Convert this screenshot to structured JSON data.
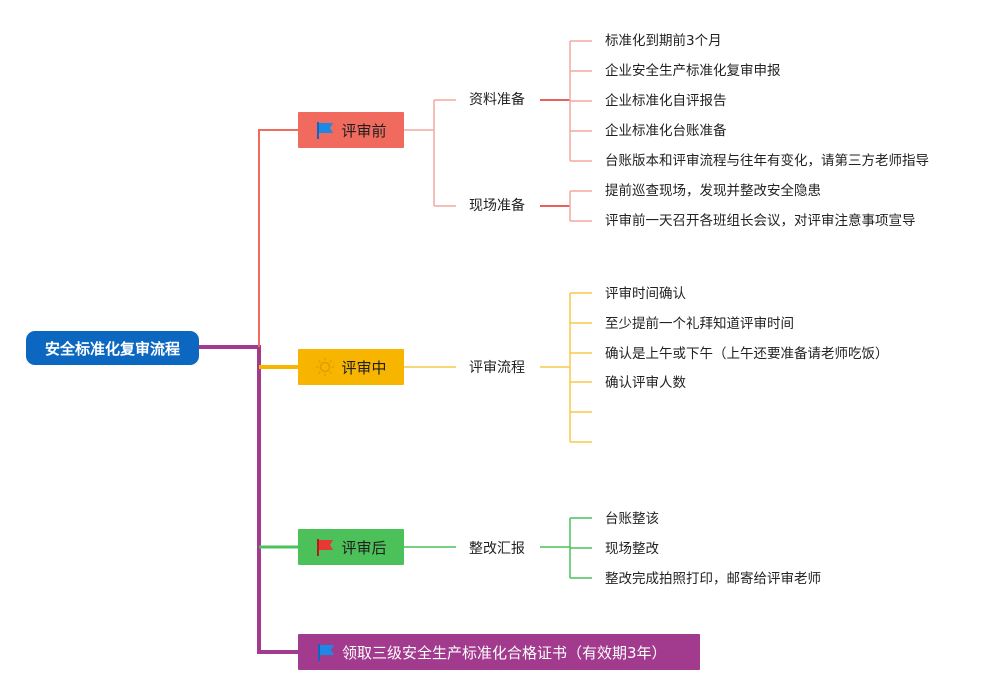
{
  "root": {
    "label": "安全标准化复审流程"
  },
  "colors": {
    "root": "#0b67c0",
    "before": "#f06a5e",
    "during": "#f7b500",
    "after": "#4cc15a",
    "final": "#a23a8e"
  },
  "branches": {
    "before": {
      "label": "评审前",
      "icon": "blue-flag-icon",
      "groups": [
        {
          "label": "资料准备",
          "items": [
            "标准化到期前3个月",
            "企业安全生产标准化复审申报",
            "企业标准化自评报告",
            "企业标准化台账准备",
            "台账版本和评审流程与往年有变化，请第三方老师指导"
          ]
        },
        {
          "label": "现场准备",
          "items": [
            "提前巡查现场，发现并整改安全隐患",
            "评审前一天召开各班组长会议，对评审注意事项宣导"
          ]
        }
      ]
    },
    "during": {
      "label": "评审中",
      "icon": "sun-icon",
      "groups": [
        {
          "label": "评审流程",
          "items": [
            "评审时间确认",
            "至少提前一个礼拜知道评审时间",
            "确认是上午或下午（上午还要准备请老师吃饭）",
            "确认评审人数",
            "",
            ""
          ]
        }
      ]
    },
    "after": {
      "label": "评审后",
      "icon": "red-flag-icon",
      "groups": [
        {
          "label": "整改汇报",
          "items": [
            "台账整该",
            "现场整改",
            "整改完成拍照打印，邮寄给评审老师"
          ]
        }
      ]
    },
    "final": {
      "label": "领取三级安全生产标准化合格证书（有效期3年）",
      "icon": "blue-flag-icon"
    }
  }
}
